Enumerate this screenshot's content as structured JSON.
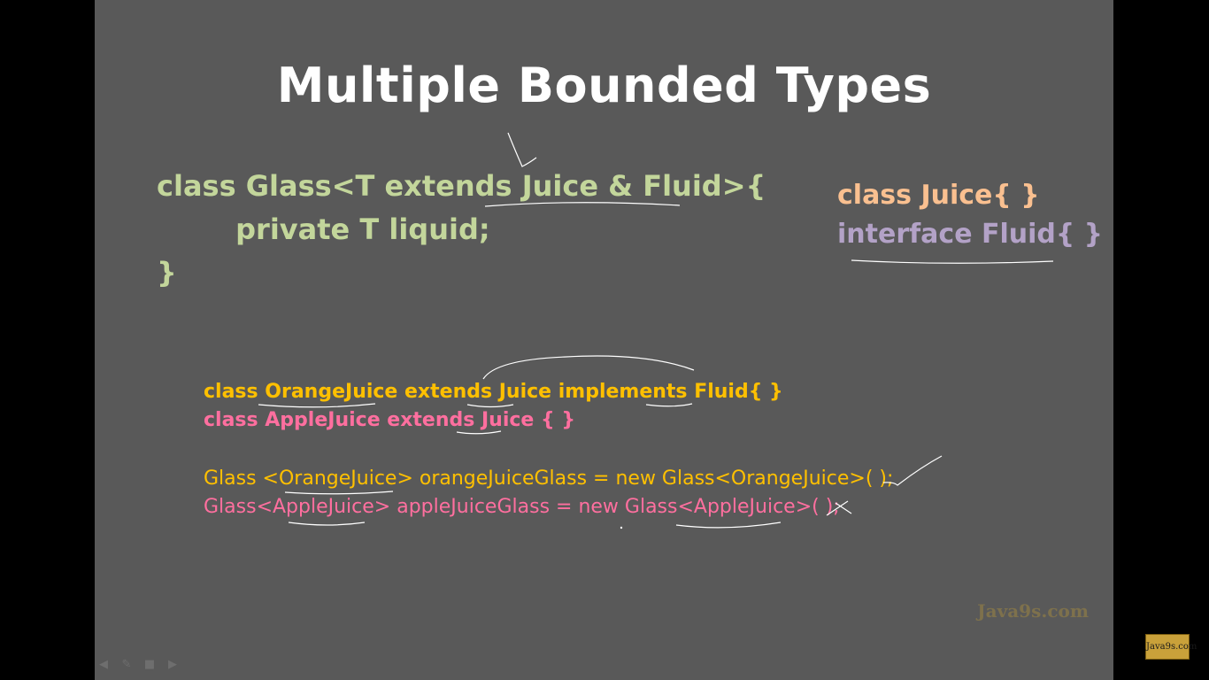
{
  "slide": {
    "title": "Multiple Bounded Types",
    "glass_class": {
      "line1": "class Glass<T extends Juice & Fluid>{",
      "line2": "        private T liquid;",
      "line3": "}"
    },
    "declarations": {
      "juice": "class Juice{ }",
      "fluid": "interface Fluid{ }"
    },
    "subclasses": {
      "orange": "class OrangeJuice extends Juice implements Fluid{ }",
      "apple": "class AppleJuice extends Juice { }"
    },
    "usages": {
      "orange": "Glass <OrangeJuice> orangeJuiceGlass = new Glass<OrangeJuice>( );",
      "apple": "Glass<AppleJuice> appleJuiceGlass = new Glass<AppleJuice>( );"
    },
    "watermark": "Java9s.com"
  },
  "toolbar": {
    "icons": [
      "arrow-left-icon",
      "pen-icon",
      "slides-icon",
      "arrow-right-icon"
    ]
  },
  "logo": "Java9s.com",
  "colors": {
    "slide_bg": "#595959",
    "green": "#c3d69b",
    "orange": "#ffc000",
    "pink": "#ff6f9f",
    "peach": "#fac090",
    "lavender": "#b3a2c7"
  }
}
